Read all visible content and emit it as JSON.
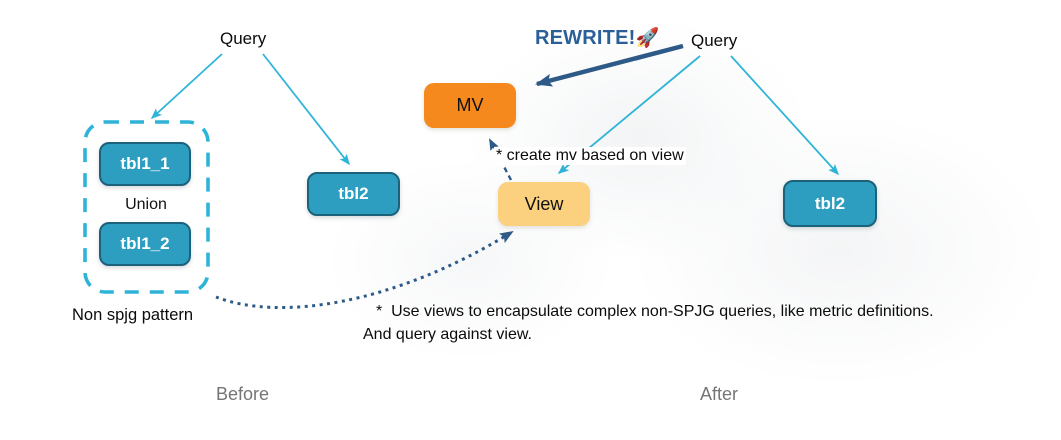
{
  "colors": {
    "cyan": "#2fb4d8",
    "navy": "#2e5a87",
    "rewrite-blue": "#2a5f97",
    "teal-fill": "#2d9dc0",
    "teal-border": "#1d627b",
    "orange": "#f6891e",
    "yellow": "#fbd07e",
    "label-gray": "#757575"
  },
  "before": {
    "section_label": "Before",
    "query_label": "Query",
    "union_label": "Union",
    "group_caption": "Non spjg pattern",
    "nodes": {
      "tbl1_1": "tbl1_1",
      "tbl1_2": "tbl1_2",
      "tbl2": "tbl2"
    }
  },
  "after": {
    "section_label": "After",
    "query_label": "Query",
    "rewrite_label": "REWRITE!",
    "rocket_icon": "🚀",
    "create_mv_note": "* create mv based on view",
    "nodes": {
      "mv": "MV",
      "view": "View",
      "tbl2": "tbl2"
    }
  },
  "footnote": {
    "line1": "*  Use views to encapsulate complex non-SPJG queries, like metric definitions.",
    "line2": "And query against view."
  }
}
